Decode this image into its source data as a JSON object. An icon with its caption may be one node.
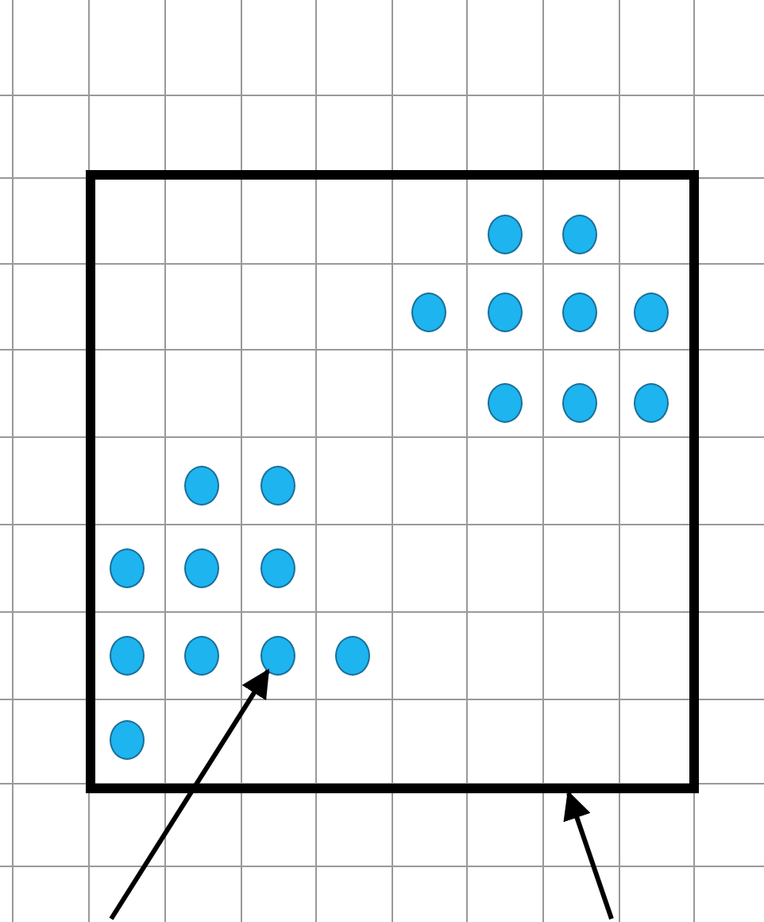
{
  "diagram": {
    "nodes": [
      {
        "text": [],
        "shape": "box"
      },
      {
        "text": [],
        "shape": "circle",
        "in": 0
      },
      {
        "text": [],
        "shape": "circle",
        "in": 0
      },
      {
        "text": [],
        "shape": "circle",
        "in": 0
      },
      {
        "text": [],
        "shape": "circle",
        "in": 0
      },
      {
        "text": [],
        "shape": "circle",
        "in": 0
      },
      {
        "text": [],
        "shape": "circle",
        "in": 0
      },
      {
        "text": [],
        "shape": "circle",
        "in": 0
      },
      {
        "text": [],
        "shape": "circle",
        "in": 0
      },
      {
        "text": [],
        "shape": "circle",
        "in": 0
      },
      {
        "text": [],
        "shape": "circle",
        "in": 0
      },
      {
        "text": [],
        "shape": "circle",
        "in": 0
      },
      {
        "text": [],
        "shape": "circle",
        "in": 0
      },
      {
        "text": [],
        "shape": "circle",
        "in": 0
      },
      {
        "text": [],
        "shape": "circle",
        "in": 0
      },
      {
        "text": [],
        "shape": "circle",
        "in": 0
      },
      {
        "text": [],
        "shape": "circle",
        "in": 0
      },
      {
        "text": [],
        "shape": "circle",
        "in": 0
      },
      {
        "text": [],
        "shape": "circle",
        "in": 0
      },
      {
        "text": [],
        "shape": "circle",
        "in": 0
      }
    ],
    "edges": [
      {
        "from": null,
        "to": 17,
        "arrow": "to"
      },
      {
        "from": null,
        "to": 0,
        "arrow": "to"
      }
    ]
  }
}
